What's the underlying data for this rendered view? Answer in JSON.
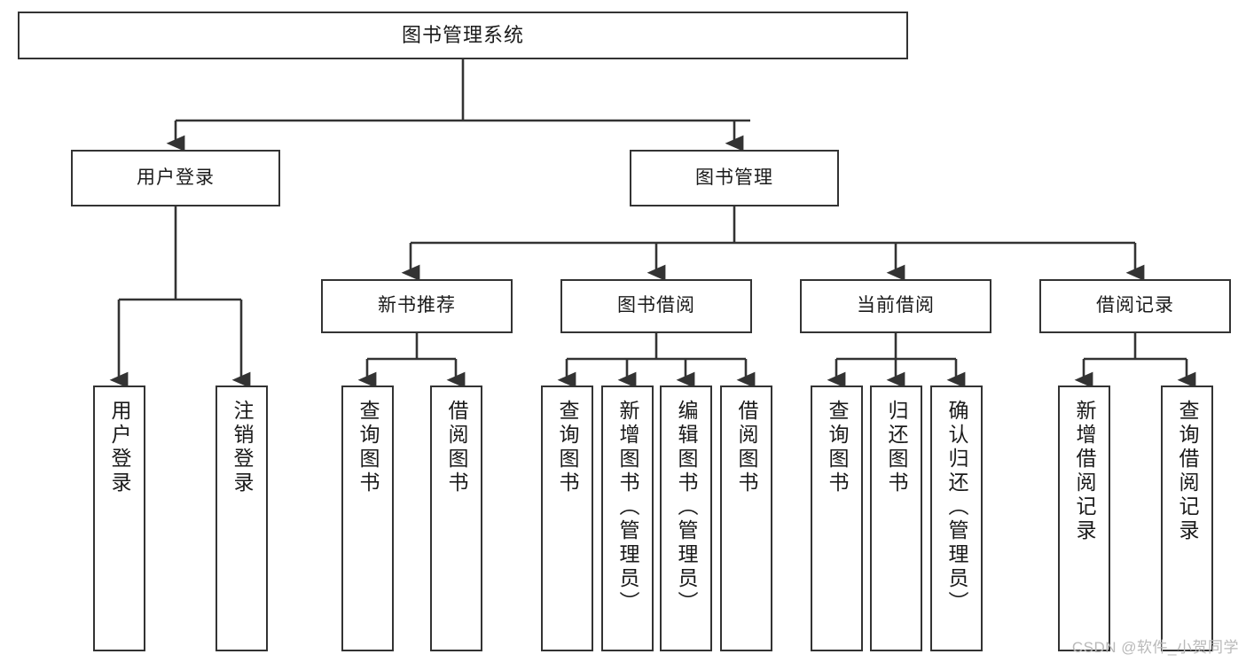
{
  "diagram": {
    "title": "图书管理系统",
    "type": "tree-hierarchy",
    "watermark": "CSDN @软件_小贺同学",
    "colors": {
      "box_border": "#333333",
      "box_fill": "#ffffff",
      "connector": "#333333",
      "text": "#1a1a1a",
      "watermark": "#b9b9b9"
    },
    "root": {
      "id": "root",
      "label": "图书管理系统"
    },
    "level2": [
      {
        "id": "user-login",
        "label": "用户登录"
      },
      {
        "id": "book-manage",
        "label": "图书管理"
      }
    ],
    "level3": [
      {
        "id": "new-book-rec",
        "label": "新书推荐"
      },
      {
        "id": "book-borrow",
        "label": "图书借阅"
      },
      {
        "id": "current-borrow",
        "label": "当前借阅"
      },
      {
        "id": "borrow-record",
        "label": "借阅记录"
      }
    ],
    "leaves": {
      "user-login": [
        {
          "id": "leaf-user-login",
          "label": "用户登录"
        },
        {
          "id": "leaf-logout",
          "label": "注销登录"
        }
      ],
      "new-book-rec": [
        {
          "id": "leaf-query-book-1",
          "label": "查询图书"
        },
        {
          "id": "leaf-borrow-book-1",
          "label": "借阅图书"
        }
      ],
      "book-borrow": [
        {
          "id": "leaf-query-book-2",
          "label": "查询图书"
        },
        {
          "id": "leaf-add-book",
          "label": "新增图书（管理员）"
        },
        {
          "id": "leaf-edit-book",
          "label": "编辑图书（管理员）"
        },
        {
          "id": "leaf-borrow-book-2",
          "label": "借阅图书"
        }
      ],
      "current-borrow": [
        {
          "id": "leaf-query-book-3",
          "label": "查询图书"
        },
        {
          "id": "leaf-return-book",
          "label": "归还图书"
        },
        {
          "id": "leaf-confirm-return",
          "label": "确认归还（管理员）"
        }
      ],
      "borrow-record": [
        {
          "id": "leaf-add-record",
          "label": "新增借阅记录"
        },
        {
          "id": "leaf-query-record",
          "label": "查询借阅记录"
        }
      ]
    }
  }
}
